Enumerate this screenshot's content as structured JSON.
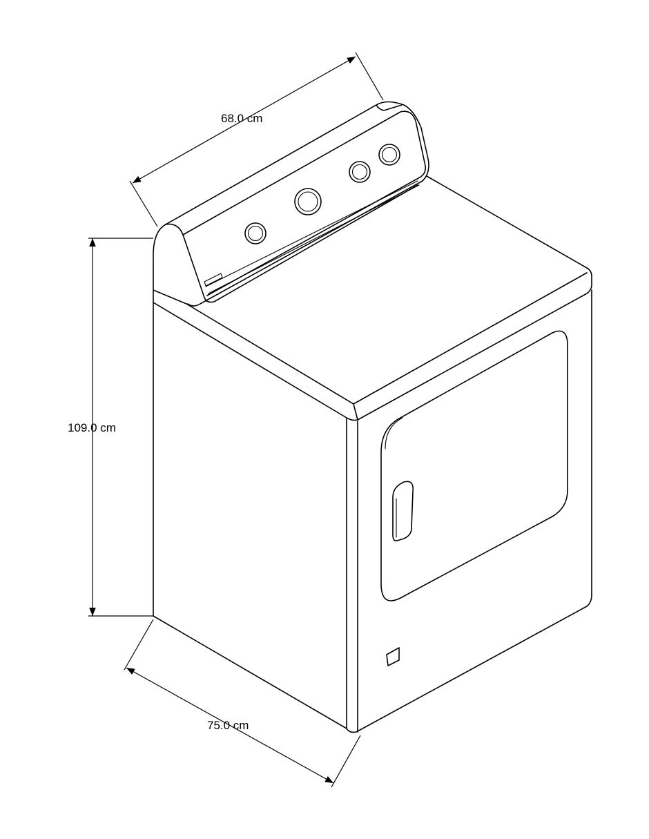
{
  "dimensions": {
    "width": "68.0 cm",
    "height": "109.0 cm",
    "depth": "75.0 cm"
  }
}
